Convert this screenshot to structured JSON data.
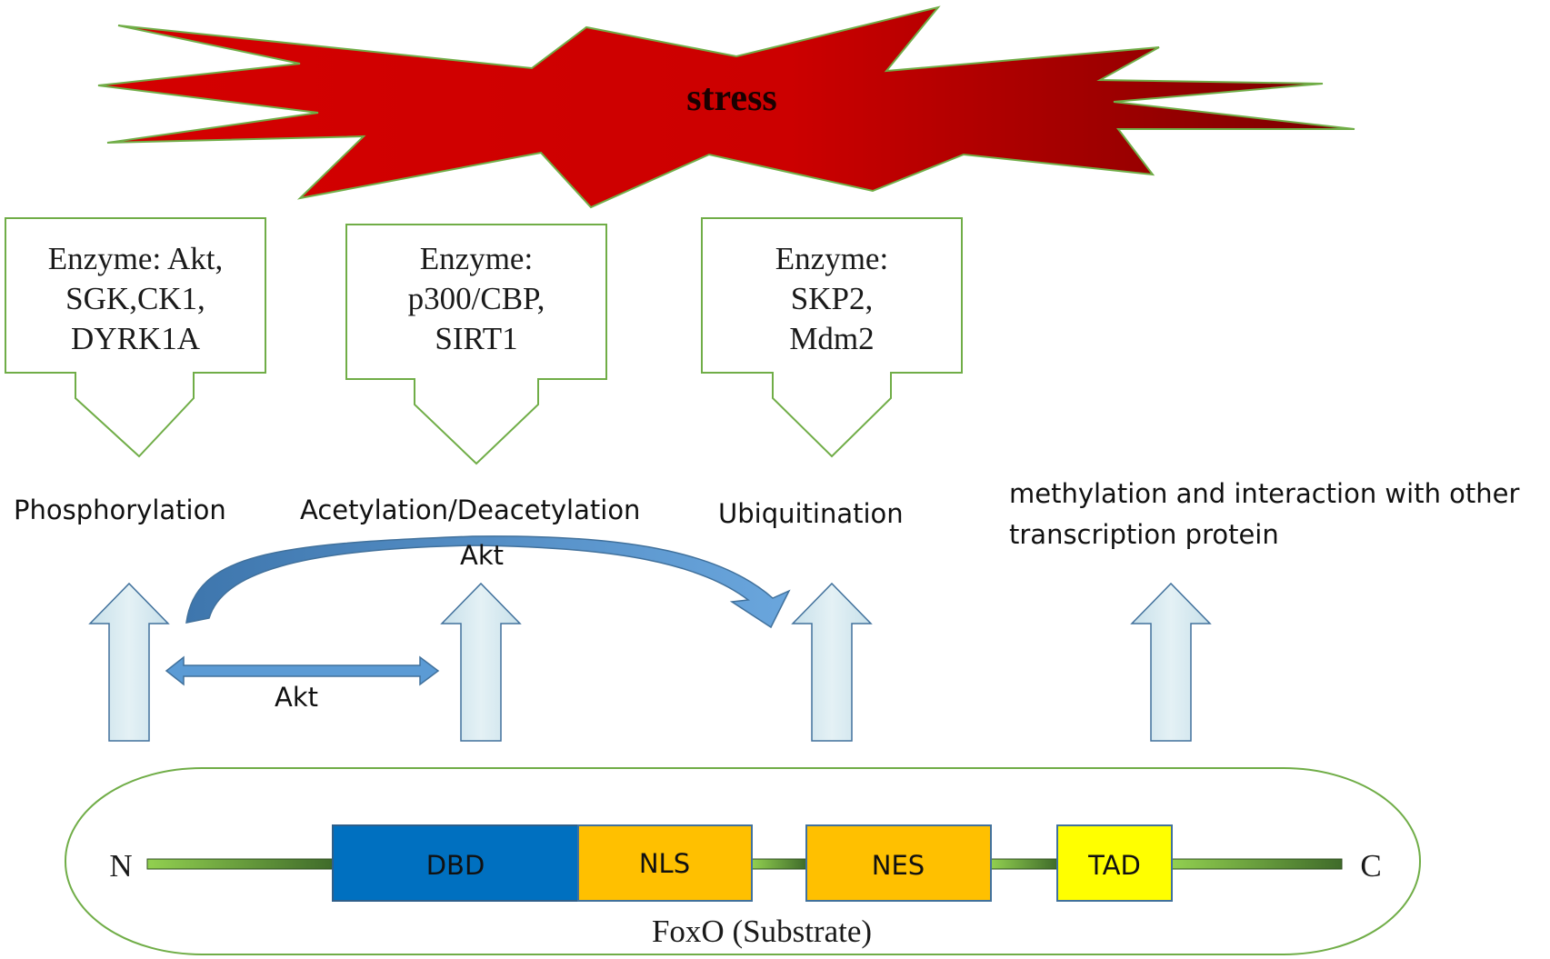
{
  "stress": {
    "label": "stress"
  },
  "enzymes": [
    {
      "lines": [
        "Enzyme: Akt,",
        "SGK,CK1,",
        "DYRK1A"
      ]
    },
    {
      "lines": [
        "Enzyme:",
        "p300/CBP,",
        "SIRT1"
      ]
    },
    {
      "lines": [
        "Enzyme:",
        "SKP2,",
        "Mdm2"
      ]
    }
  ],
  "modifications": {
    "phosphorylation": "Phosphorylation",
    "acetylation": "Acetylation/Deacetylation",
    "ubiquitination": "Ubiquitination",
    "methylation_line1": "methylation and interaction with other",
    "methylation_line2": "transcription protein"
  },
  "akt_labels": {
    "curved": "Akt",
    "double": "Akt"
  },
  "foxo": {
    "n_terminus": "N",
    "c_terminus": "C",
    "domains": {
      "dbd": "DBD",
      "nls": "NLS",
      "nes": "NES",
      "tad": "TAD"
    },
    "caption": "FoxO (Substrate)"
  },
  "colors": {
    "stress_red": "#d40000",
    "stress_dark": "#8b0000",
    "outline_green": "#7fb04a",
    "dbd_blue": "#0070c0",
    "nls_nes_orange": "#ffc000",
    "tad_yellow": "#ffff00",
    "arrow_blue": "#5b9bd5",
    "up_arrow_fill": "#d4e8ee"
  }
}
